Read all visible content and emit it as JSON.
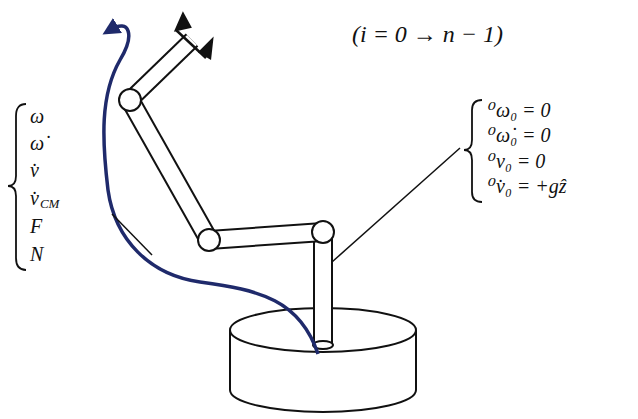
{
  "diagram": {
    "labels": [
      "(i = 0 → n − 1)",
      "ω",
      "ω̇",
      "v̇",
      "v̇",
      "CM",
      "F",
      "N",
      "⁰ω₀ = 0",
      "⁰ω̇₀ = 0",
      "⁰v₀ = 0",
      "⁰v̇₀ = +gẑ"
    ]
  }
}
